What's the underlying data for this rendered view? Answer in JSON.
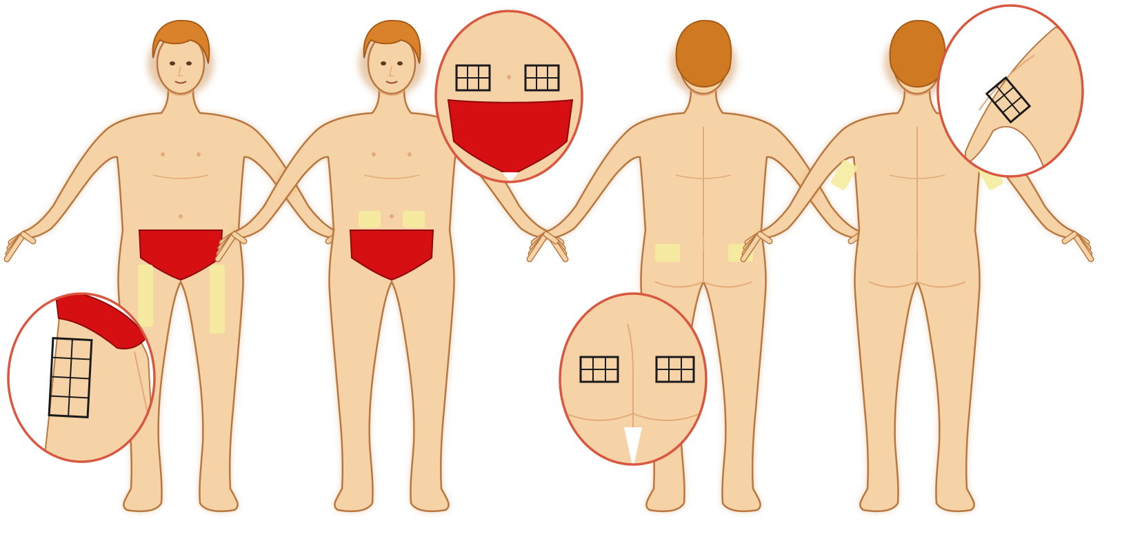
{
  "figure": {
    "views": [
      {
        "id": "front-thigh-view",
        "sites": [
          "outer-thigh-left",
          "outer-thigh-right"
        ],
        "inset": "thigh-zoom"
      },
      {
        "id": "front-abdomen-view",
        "sites": [
          "abdomen-left",
          "abdomen-right"
        ],
        "inset": "abdomen-zoom"
      },
      {
        "id": "back-buttock-view",
        "sites": [
          "upper-buttock-left",
          "upper-buttock-right"
        ],
        "inset": "buttock-zoom"
      },
      {
        "id": "back-arm-view",
        "sites": [
          "upper-arm-left",
          "upper-arm-right"
        ],
        "inset": "upper-arm-zoom"
      }
    ],
    "colors": {
      "skin": "#F6D3A6",
      "skin_shade": "#E3A978",
      "outline": "#B9773F",
      "hair": "#D9822B",
      "hair_back": "#CF7A22",
      "underwear": "#D50F12",
      "site_highlight": "#F5EC9E",
      "inset_border": "#D9573F",
      "grid_line": "#1A1A1A",
      "halo": "#C98A4A"
    }
  }
}
